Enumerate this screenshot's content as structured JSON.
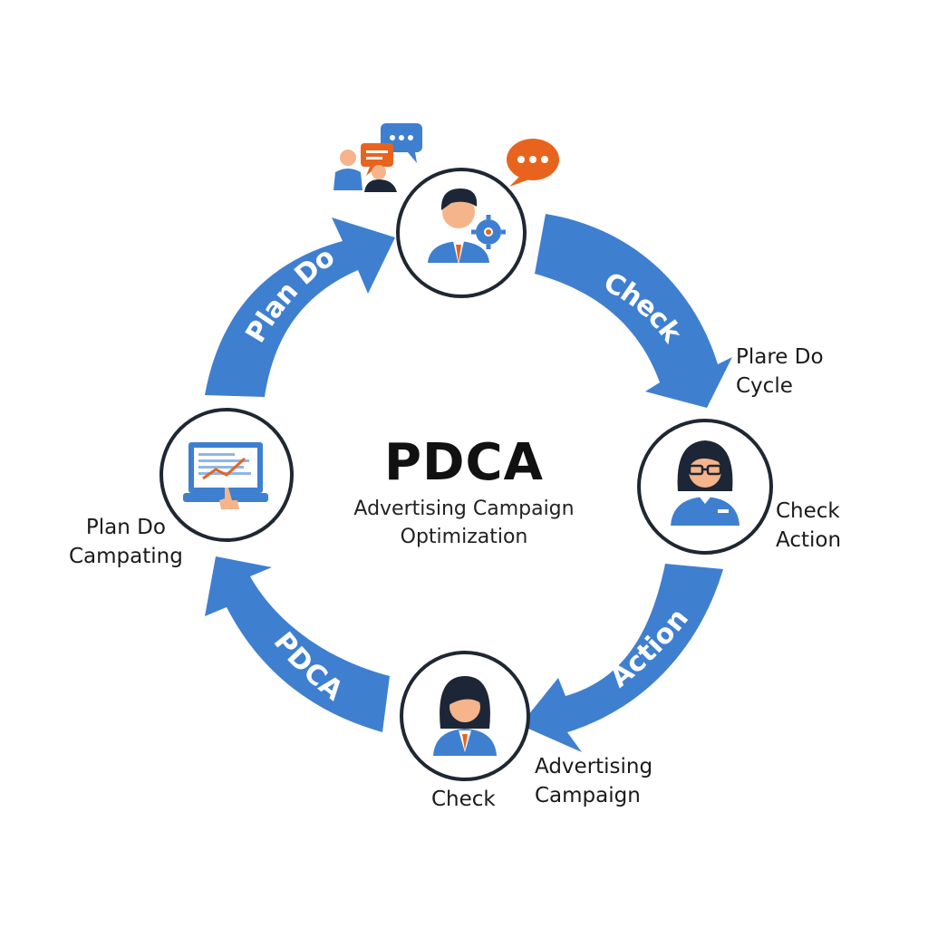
{
  "center": {
    "title": "PDCA",
    "subtitle_line1": "Advertising Campaign",
    "subtitle_line2": "Optimization"
  },
  "arrows": {
    "top_left": "Plan Do",
    "top_right": "Check",
    "bottom_right": "Action",
    "bottom_left": "PDCA"
  },
  "labels": {
    "right_upper": {
      "line1": "Plare Do",
      "line2": "Cycle"
    },
    "right": {
      "line1": "Check",
      "line2": "Action"
    },
    "bottom": {
      "text": "Check"
    },
    "bottom_right": {
      "line1": "Advertising",
      "line2": "Campaign"
    },
    "left": {
      "line1": "Plan Do",
      "line2": "Campating"
    }
  },
  "colors": {
    "arrow_blue": "#3f7fd0",
    "node_ring": "#1f2733",
    "accent_orange": "#e8641e",
    "skin": "#f5b48a",
    "hair": "#1c2636"
  }
}
